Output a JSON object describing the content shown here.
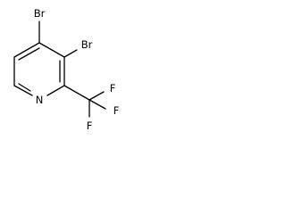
{
  "molecule": {
    "atoms": {
      "br_top": "Br",
      "br_mid": "Br",
      "n_ring": "N",
      "f_top": "F",
      "f_right": "F",
      "f_bottom": "F"
    },
    "colors": {
      "ink": "#000000",
      "background": "#ffffff"
    }
  }
}
